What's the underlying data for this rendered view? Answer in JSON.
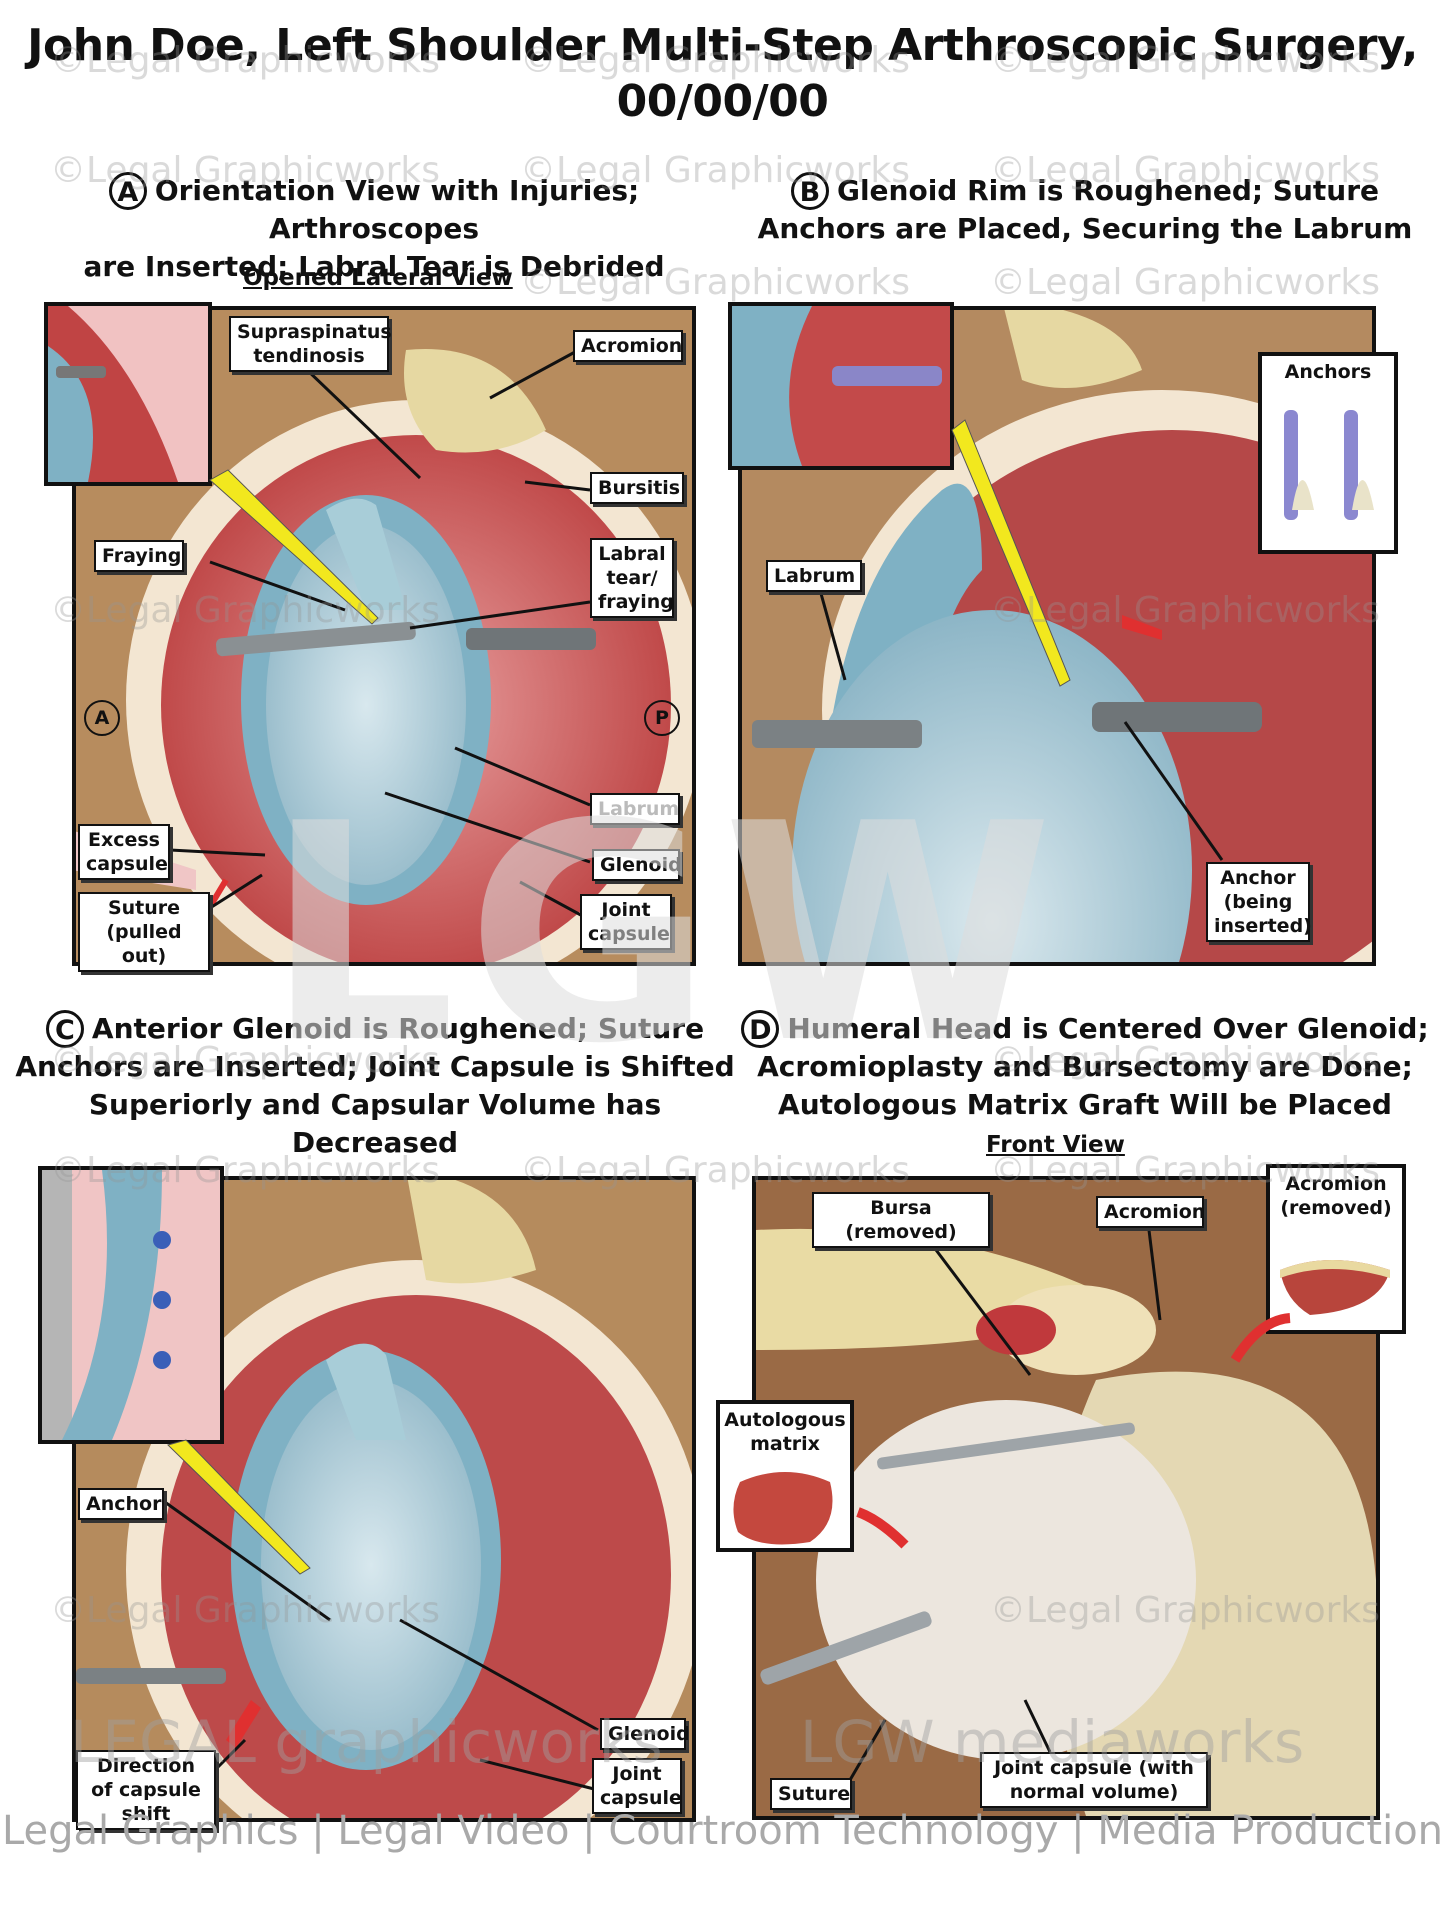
{
  "title_line1": "John Doe, Left Shoulder Multi-Step Arthroscopic Surgery,",
  "title_line2": "00/00/00",
  "panels": {
    "a": {
      "letter": "A",
      "caption_line1": "Orientation View with Injuries; Arthroscopes",
      "caption_line2": "are Inserted; Labral Tear is Debrided",
      "view_label": "Opened Lateral View",
      "labels": {
        "supraspinatus": "Supraspinatus tendinosis",
        "acromion": "Acromion",
        "bursitis": "Bursitis",
        "fraying": "Fraying",
        "labral_tear": "Labral tear/ fraying",
        "marker_a": "A",
        "marker_p": "P",
        "labrum": "Labrum",
        "glenoid": "Glenoid",
        "excess_capsule": "Excess capsule",
        "suture": "Suture (pulled out)",
        "joint_capsule": "Joint capsule"
      }
    },
    "b": {
      "letter": "B",
      "caption_line1": "Glenoid Rim is Roughened; Suture",
      "caption_line2": "Anchors are Placed, Securing the Labrum",
      "labels": {
        "anchors": "Anchors",
        "labrum": "Labrum",
        "anchor_inserted": "Anchor (being inserted)"
      }
    },
    "c": {
      "letter": "C",
      "caption_line1": "Anterior Glenoid is Roughened; Suture",
      "caption_line2": "Anchors are Inserted; Joint Capsule is Shifted",
      "caption_line3": "Superiorly and Capsular Volume has Decreased",
      "labels": {
        "anchor": "Anchor",
        "glenoid": "Glenoid",
        "direction": "Direction of capsule shift",
        "joint_capsule": "Joint capsule"
      }
    },
    "d": {
      "letter": "D",
      "caption_line1": "Humeral Head is Centered Over Glenoid;",
      "caption_line2": "Acromioplasty and Bursectomy are Done;",
      "caption_line3": "Autologous Matrix Graft Will be Placed",
      "view_label": "Front View",
      "labels": {
        "bursa": "Bursa (removed)",
        "acromion": "Acromion",
        "acromion_removed": "Acromion (removed)",
        "autologous": "Autologous matrix",
        "suture": "Suture",
        "joint_capsule": "Joint capsule (with normal volume)"
      }
    }
  },
  "watermark": "©Legal Graphicworks",
  "big_watermark": "LGW",
  "logo_left": "LEGAL graphicworks",
  "logo_right": "LGW mediaworks",
  "footer": "Legal Graphics | Legal Video | Courtroom Technology | Media Production"
}
